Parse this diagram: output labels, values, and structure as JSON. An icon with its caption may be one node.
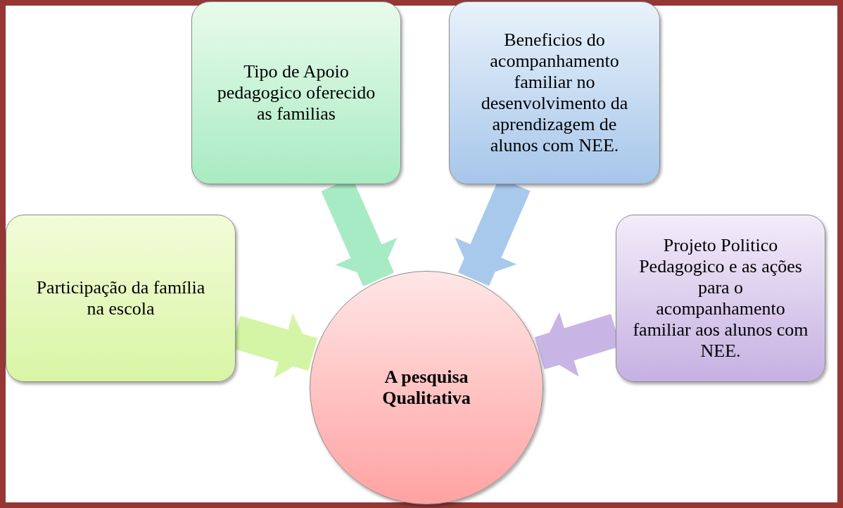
{
  "diagram": {
    "nodes": [
      {
        "text": [
          "Participação da família na escola"
        ]
      },
      {
        "text": [
          "Tipo de Apoio pedagogico oferecido as familias"
        ]
      },
      {
        "text": [
          "Beneficios do acompanhamento familiar no desenvolvimento da aprendizagem de alunos com NEE."
        ]
      },
      {
        "text": [
          "Projeto Politico Pedagogico e as ações para o acompanhamento familiar aos alunos com NEE."
        ]
      },
      {
        "text": [
          "A pesquisa Qualitativa"
        ]
      }
    ],
    "edges": [
      {
        "from": 0,
        "to": 4,
        "arrow": "to",
        "color": "#d4f5a6"
      },
      {
        "from": 1,
        "to": 4,
        "arrow": "to",
        "color": "#a6ebc4"
      },
      {
        "from": 2,
        "to": 4,
        "arrow": "to",
        "color": "#a9c9ec"
      },
      {
        "from": 3,
        "to": 4,
        "arrow": "to",
        "color": "#c9b5e5"
      }
    ]
  }
}
